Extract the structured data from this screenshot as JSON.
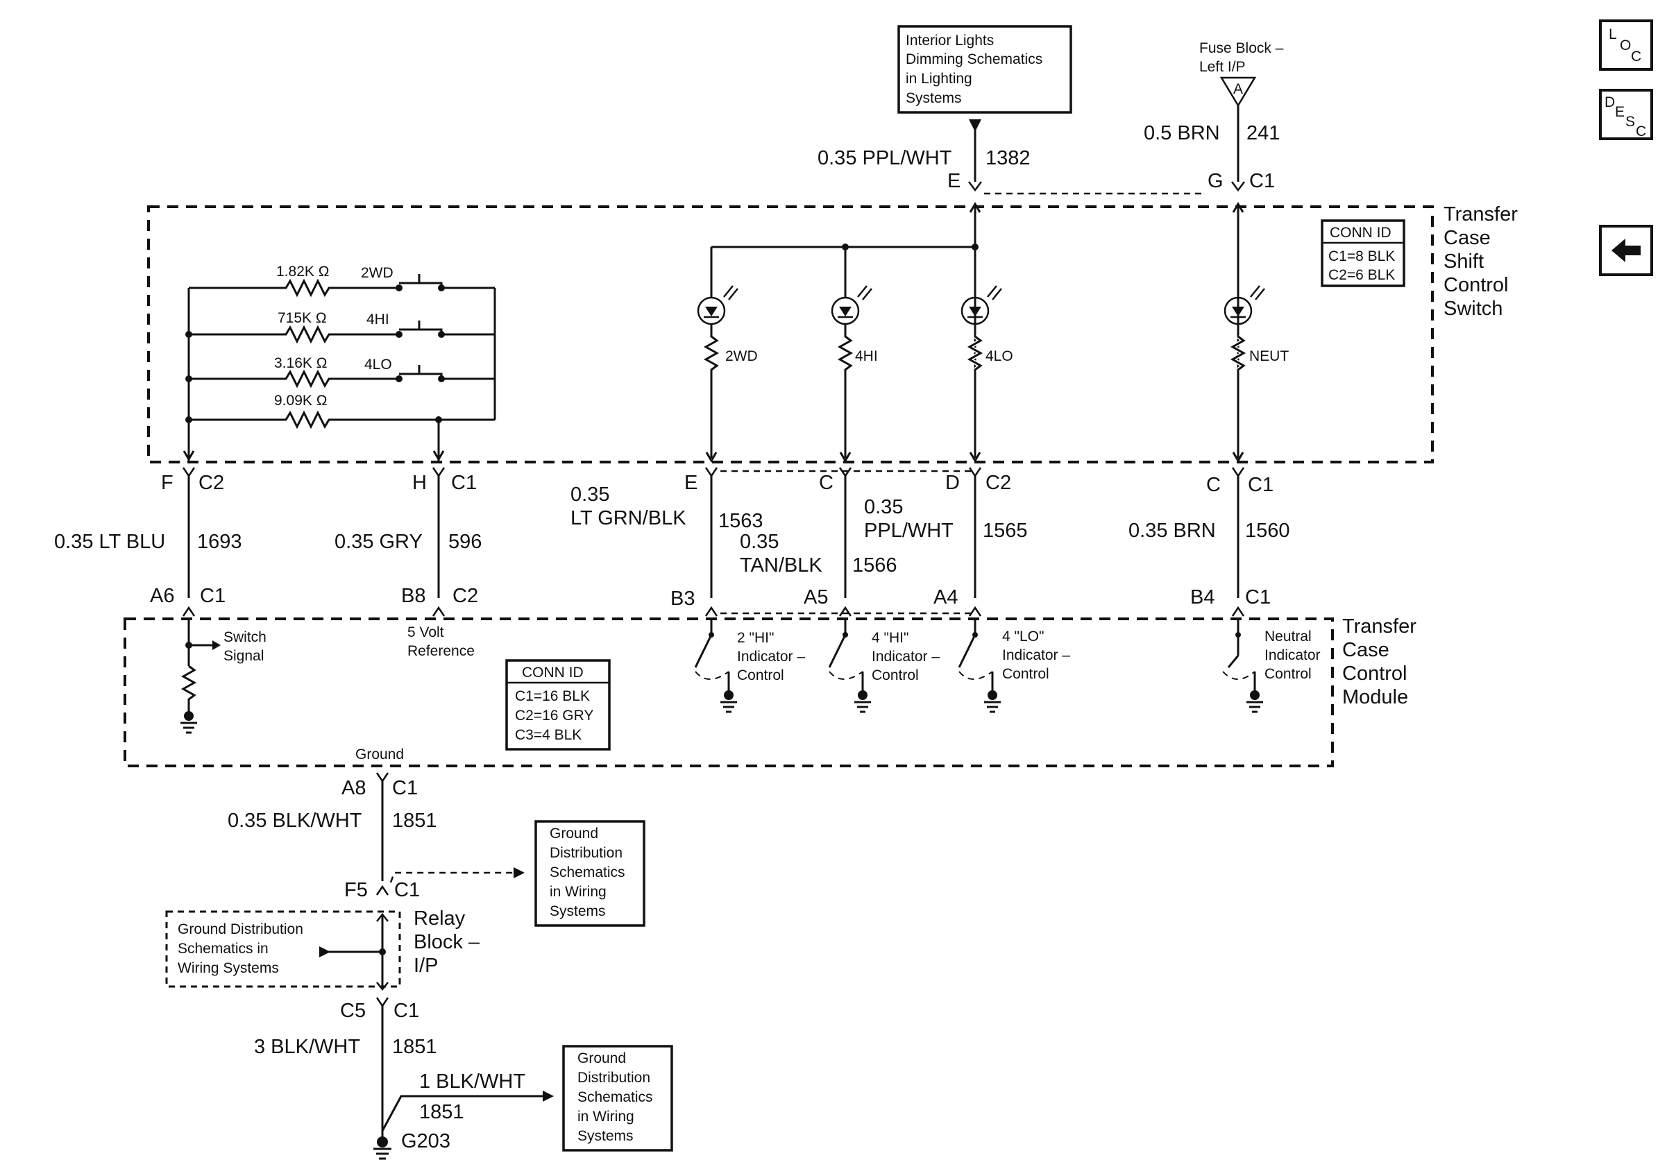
{
  "top_refs": {
    "dimming": [
      "Interior Lights",
      "Dimming Schematics",
      "in Lighting",
      "Systems"
    ],
    "fuse_block": [
      "Fuse Block –",
      "Left I/P"
    ],
    "fuse_pin": "A"
  },
  "top_wires": {
    "dim_wire": "0.35 PPL/WHT",
    "dim_circuit": "1382",
    "dim_pin": "E",
    "fuse_wire": "0.5 BRN",
    "fuse_circuit": "241",
    "fuse_pin": "G",
    "fuse_conn": "C1"
  },
  "switch": {
    "title": [
      "Transfer",
      "Case",
      "Shift",
      "Control",
      "Switch"
    ],
    "conn_id": {
      "header": "CONN ID",
      "lines": [
        "C1=8 BLK",
        "C2=6 BLK"
      ]
    },
    "resistors": [
      {
        "value": "1.82K Ω",
        "label": "2WD"
      },
      {
        "value": "715K Ω",
        "label": "4HI"
      },
      {
        "value": "3.16K Ω",
        "label": "4LO"
      },
      {
        "value": "9.09K Ω",
        "label": ""
      }
    ],
    "lamps": [
      "2WD",
      "4HI",
      "4LO",
      "NEUT"
    ]
  },
  "mid_wires": [
    {
      "pin_top": "F",
      "conn_top": "C2",
      "wire": "0.35 LT BLU",
      "circuit": "1693",
      "pin_bot": "A6",
      "conn_bot": "C1"
    },
    {
      "pin_top": "H",
      "conn_top": "C1",
      "wire": "0.35 GRY",
      "circuit": "596",
      "pin_bot": "B8",
      "conn_bot": "C2"
    },
    {
      "pin_top": "E",
      "wire_lines": [
        "0.35",
        "LT GRN/BLK"
      ],
      "circuit": "1563",
      "pin_bot": "B3"
    },
    {
      "pin_top": "C",
      "wire_lines": [
        "0.35",
        "TAN/BLK"
      ],
      "circuit": "1566",
      "pin_bot": "A5"
    },
    {
      "pin_top": "D",
      "conn_top": "C2",
      "wire_lines": [
        "0.35",
        "PPL/WHT"
      ],
      "circuit": "1565",
      "pin_bot": "A4"
    },
    {
      "pin_top": "C",
      "conn_top": "C1",
      "wire": "0.35 BRN",
      "circuit": "1560",
      "pin_bot": "B4",
      "conn_bot": "C1"
    }
  ],
  "module": {
    "title": [
      "Transfer",
      "Case",
      "Control",
      "Module"
    ],
    "conn_id": {
      "header": "CONN ID",
      "lines": [
        "C1=16 BLK",
        "C2=16 GRY",
        "C3=4 BLK"
      ]
    },
    "switch_signal": [
      "Switch",
      "Signal"
    ],
    "five_volt": [
      "5 Volt",
      "Reference"
    ],
    "indicators": [
      [
        "2 \"HI\"",
        "Indicator –",
        "Control"
      ],
      [
        "4 \"HI\"",
        "Indicator –",
        "Control"
      ],
      [
        "4 \"LO\"",
        "Indicator –",
        "Control"
      ],
      [
        "Neutral",
        "Indicator",
        "Control"
      ]
    ],
    "ground_label": "Ground"
  },
  "ground_path": {
    "pin1": "A8",
    "conn1": "C1",
    "wire1": "0.35 BLK/WHT",
    "circuit1": "1851",
    "pin2": "F5",
    "conn2": "C1",
    "relay_block": [
      "Relay",
      "Block –",
      "I/P"
    ],
    "pin3": "C5",
    "conn3": "C1",
    "wire3": "3 BLK/WHT",
    "circuit3": "1851",
    "wire4": "1 BLK/WHT",
    "circuit4": "1851",
    "ground": "G203"
  },
  "ground_refs": {
    "ref1": [
      "Ground",
      "Distribution",
      "Schematics",
      "in Wiring",
      "Systems"
    ],
    "ref2": [
      "Ground Distribution",
      "Schematics in",
      "Wiring Systems"
    ],
    "ref3": [
      "Ground",
      "Distribution",
      "Schematics",
      "in Wiring",
      "Systems"
    ]
  },
  "nav": {
    "loc": [
      "L",
      "O",
      "C"
    ],
    "desc": [
      "D",
      "E",
      "S",
      "C"
    ]
  }
}
